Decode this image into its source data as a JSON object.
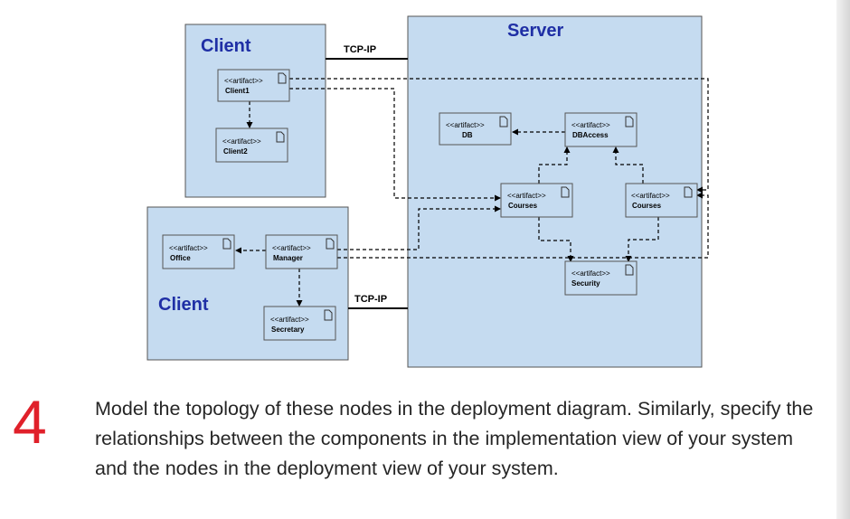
{
  "diagram": {
    "nodes": {
      "client_top": "Client",
      "client_bottom": "Client",
      "server": "Server"
    },
    "links": {
      "top": "TCP-IP",
      "bottom": "TCP-IP"
    },
    "artifacts": {
      "client1": {
        "stereotype": "<<artifact>>",
        "name": "Client1"
      },
      "client2": {
        "stereotype": "<<artifact>>",
        "name": "Client2"
      },
      "office": {
        "stereotype": "<<artifact>>",
        "name": "Office"
      },
      "manager": {
        "stereotype": "<<artifact>>",
        "name": "Manager"
      },
      "secretary": {
        "stereotype": "<<artifact>>",
        "name": "Secretary"
      },
      "db": {
        "stereotype": "<<artifact>>",
        "name": "DB"
      },
      "dbaccess": {
        "stereotype": "<<artifact>>",
        "name": "DBAccess"
      },
      "courses1": {
        "stereotype": "<<artifact>>",
        "name": "Courses"
      },
      "courses2": {
        "stereotype": "<<artifact>>",
        "name": "Courses"
      },
      "security": {
        "stereotype": "<<artifact>>",
        "name": "Security"
      }
    },
    "colors": {
      "node_fill": "#c5dbf0",
      "node_border": "#555555",
      "node_title": "#1f2fa5",
      "step_number": "#e0202a"
    }
  },
  "step": {
    "number": "4",
    "text": "Model the topology of these nodes in the deployment diagram. Similarly, specify the relationships between the components in the implementation view of your system and the nodes in the deployment view of your system."
  }
}
